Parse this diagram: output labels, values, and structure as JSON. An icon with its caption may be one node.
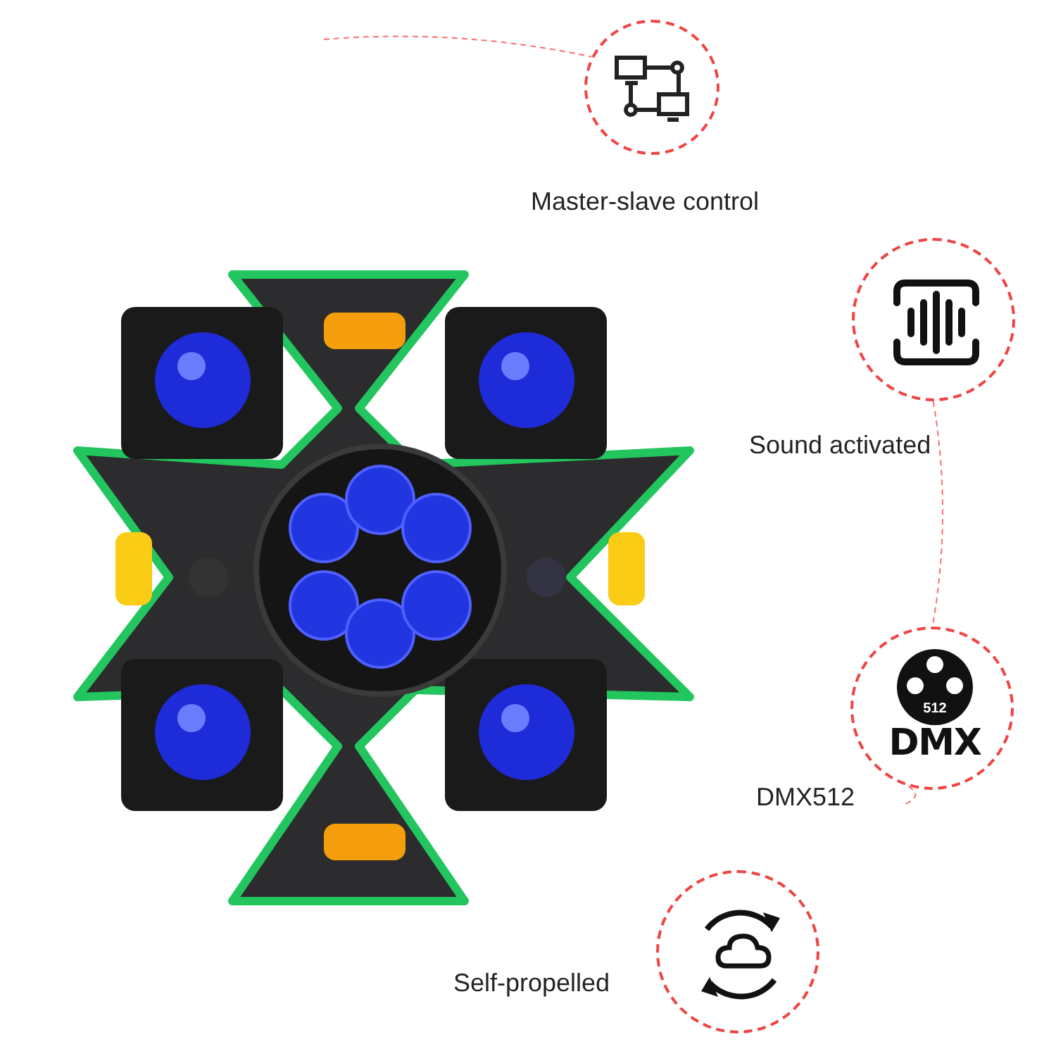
{
  "diagram": {
    "nodes": [
      {
        "text": [],
        "shape": "picture"
      },
      {
        "text": [
          "Master-slave control"
        ]
      },
      {
        "text": [
          "Sound activated"
        ]
      },
      {
        "text": [
          "512",
          "DMX",
          "DMX512"
        ]
      },
      {
        "text": [
          "Self-propelled"
        ]
      }
    ],
    "edges": [
      {
        "from": null,
        "to": 1,
        "arrow": "none",
        "style": "dashed"
      },
      {
        "from": 2,
        "to": 3,
        "arrow": "none",
        "style": "dashed"
      },
      {
        "from": 3,
        "to": null,
        "arrow": "none",
        "style": "dashed"
      }
    ]
  }
}
